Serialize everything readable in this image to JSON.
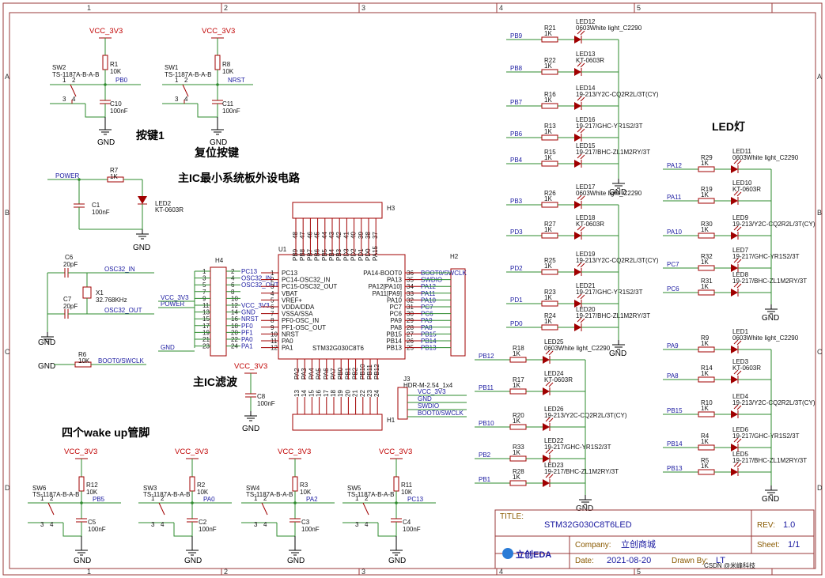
{
  "frame": {
    "col_labels": [
      "1",
      "2",
      "3",
      "4",
      "5"
    ],
    "row_labels": [
      "A",
      "B",
      "C",
      "D"
    ]
  },
  "sections": {
    "key1": "按键1",
    "reset": "复位按键",
    "mcu_periph": "主IC最小系统板外设电路",
    "filter": "主IC滤波",
    "wakeup": "四个wake up管脚",
    "led": "LED灯"
  },
  "power": {
    "vcc": "VCC_3V3",
    "gnd": "GND",
    "power_net": "POWER"
  },
  "switches": [
    {
      "ref": "SW2",
      "part": "TS-1187A-B-A-B",
      "res": "R1",
      "rval": "10K",
      "cap": "C10",
      "cval": "100nF",
      "net": "PB0"
    },
    {
      "ref": "SW1",
      "part": "TS-1187A-B-A-B",
      "res": "R8",
      "rval": "10K",
      "cap": "C11",
      "cval": "100nF",
      "net": "NRST"
    },
    {
      "ref": "SW6",
      "part": "TS-1187A-B-A-B",
      "res": "R12",
      "rval": "10K",
      "cap": "C5",
      "cval": "100nF",
      "net": "PB5"
    },
    {
      "ref": "SW3",
      "part": "TS-1187A-B-A-B",
      "res": "R2",
      "rval": "10K",
      "cap": "C2",
      "cval": "100nF",
      "net": "PA0"
    },
    {
      "ref": "SW4",
      "part": "TS-1187A-B-A-B",
      "res": "R3",
      "rval": "10K",
      "cap": "C3",
      "cval": "100nF",
      "net": "PA2"
    },
    {
      "ref": "SW5",
      "part": "TS-1187A-B-A-B",
      "res": "R11",
      "rval": "10K",
      "cap": "C4",
      "cval": "100nF",
      "net": "PC13"
    }
  ],
  "pin_labels": {
    "p1": "1",
    "p2": "2",
    "p3": "3",
    "p4": "4"
  },
  "power_led": {
    "res": "R7",
    "rval": "1K",
    "cap": "C1",
    "cval": "100nF",
    "led": "LED2",
    "part": "KT-0603R"
  },
  "crystal": {
    "c6": "C6",
    "c6v": "20pF",
    "c7": "C7",
    "c7v": "20pF",
    "x": "X1",
    "xv": "32.768KHz",
    "in": "OSC32_IN",
    "out": "OSC32_OUT"
  },
  "r6": {
    "ref": "R6",
    "val": "10K",
    "net": "BOOT0/SWCLK"
  },
  "mcu": {
    "ref": "U1",
    "part": "STM32G030C8T6",
    "left_pins": [
      "PC13",
      "PC14-OSC32_IN",
      "PC15-OSC32_OUT",
      "VBAT",
      "VREF+",
      "VDDA/DDA",
      "VSSA/SSA",
      "PF0-OSC_IN",
      "PF1-OSC_OUT",
      "NRST",
      "PA0",
      "PA1"
    ],
    "right_pins": [
      "PA14-BOOT0",
      "PA13",
      "PA12[PA10]",
      "PA11[PA9]",
      "PA10",
      "PC7",
      "PC6",
      "PA9",
      "PA8",
      "PB15",
      "PB14",
      "PB13"
    ],
    "top_pins": [
      "PB9",
      "PB8",
      "PB7",
      "PB6",
      "PB5",
      "PB4",
      "PB3",
      "PD3",
      "PD2",
      "PD1",
      "PD0",
      "PA15"
    ],
    "bottom_pins": [
      "PA2",
      "PA3",
      "PA4",
      "PA5",
      "PA6",
      "PA7",
      "PB0",
      "PB1",
      "PB2",
      "PB10",
      "PB11",
      "PB12"
    ],
    "left_nums": [
      "1",
      "2",
      "3",
      "4",
      "5",
      "6",
      "7",
      "8",
      "9",
      "10",
      "11",
      "12"
    ],
    "right_nums": [
      "36",
      "35",
      "34",
      "33",
      "32",
      "31",
      "30",
      "29",
      "28",
      "27",
      "26",
      "25"
    ],
    "top_nums": [
      "48",
      "47",
      "46",
      "45",
      "44",
      "43",
      "42",
      "41",
      "40",
      "39",
      "38",
      "37"
    ],
    "bottom_nums": [
      "13",
      "14",
      "15",
      "16",
      "17",
      "18",
      "19",
      "20",
      "21",
      "22",
      "23",
      "24"
    ]
  },
  "h4": {
    "ref": "H4",
    "nets": [
      "PC13",
      "OSC32_IN",
      "OSC32_OUT",
      "",
      "",
      "",
      "",
      "",
      "VCC_3V3",
      "GND",
      "NRST",
      "PF0",
      "PF1",
      "PA0",
      "PA1"
    ]
  },
  "h2": {
    "ref": "H2",
    "nets": [
      "BOOT0/SWCLK",
      "SWDIO",
      "PA12",
      "PA11",
      "PA10",
      "PC7",
      "PC6",
      "PA9",
      "PA8",
      "PB15",
      "PB14",
      "PB13"
    ]
  },
  "h3": {
    "ref": "H3"
  },
  "h1": {
    "ref": "H1"
  },
  "j3": {
    "ref": "J3",
    "part": "HDR-M-2.54_1x4",
    "nets": [
      "VCC_3V3",
      "GND",
      "SWDIO",
      "BOOT0/SWCLK"
    ]
  },
  "c8": {
    "ref": "C8",
    "val": "100nF"
  },
  "led_group1": [
    {
      "net": "PB9",
      "res": "R21",
      "led": "LED12",
      "part": "0603White light_C2290"
    },
    {
      "net": "PB8",
      "res": "R22",
      "led": "LED13",
      "part": "KT-0603R"
    },
    {
      "net": "PB7",
      "res": "R16",
      "led": "LED14",
      "part": "19-213/Y2C-CQ2R2L/3T(CY)"
    },
    {
      "net": "PB6",
      "res": "R13",
      "led": "LED16",
      "part": "19-217/GHC-YR1S2/3T"
    },
    {
      "net": "PB4",
      "res": "R15",
      "led": "LED15",
      "part": "19-217/BHC-ZL1M2RY/3T"
    }
  ],
  "led_group2": [
    {
      "net": "PB3",
      "res": "R26",
      "led": "LED17",
      "part": "0603White light_C2290"
    },
    {
      "net": "PD3",
      "res": "R27",
      "led": "LED18",
      "part": "KT-0603R"
    },
    {
      "net": "PD2",
      "res": "R25",
      "led": "LED19",
      "part": "19-213/Y2C-CQ2R2L/3T(CY)"
    },
    {
      "net": "PD1",
      "res": "R23",
      "led": "LED21",
      "part": "19-217/GHC-YR1S2/3T"
    },
    {
      "net": "PD0",
      "res": "R24",
      "led": "LED20",
      "part": "19-217/BHC-ZL1M2RY/3T"
    }
  ],
  "led_group3": [
    {
      "net": "PB12",
      "res": "R18",
      "led": "LED25",
      "part": "0603White light_C2290"
    },
    {
      "net": "PB11",
      "res": "R17",
      "led": "LED24",
      "part": "KT-0603R"
    },
    {
      "net": "PB10",
      "res": "R20",
      "led": "LED26",
      "part": "19-213/Y2C-CQ2R2L/3T(CY)"
    },
    {
      "net": "PB2",
      "res": "R33",
      "led": "LED22",
      "part": "19-217/GHC-YR1S2/3T"
    },
    {
      "net": "PB1",
      "res": "R28",
      "led": "LED23",
      "part": "19-217/BHC-ZL1M2RY/3T"
    }
  ],
  "led_group4": [
    {
      "net": "PA12",
      "res": "R29",
      "led": "LED11",
      "part": "0603White light_C2290"
    },
    {
      "net": "PA11",
      "res": "R19",
      "led": "LED10",
      "part": "KT-0603R"
    },
    {
      "net": "PA10",
      "res": "R30",
      "led": "LED9",
      "part": "19-213/Y2C-CQ2R2L/3T(CY)"
    },
    {
      "net": "PC7",
      "res": "R32",
      "led": "LED7",
      "part": "19-217/GHC-YR1S2/3T"
    },
    {
      "net": "PC6",
      "res": "R31",
      "led": "LED8",
      "part": "19-217/BHC-ZL1M2RY/3T"
    }
  ],
  "led_group5": [
    {
      "net": "PA9",
      "res": "R9",
      "led": "LED1",
      "part": "0603White light_C2290"
    },
    {
      "net": "PA8",
      "res": "R14",
      "led": "LED3",
      "part": "KT-0603R"
    },
    {
      "net": "PB15",
      "res": "R10",
      "led": "LED4",
      "part": "19-213/Y2C-CQ2R2L/3T(CY)"
    },
    {
      "net": "PB14",
      "res": "R4",
      "led": "LED6",
      "part": "19-217/GHC-YR1S2/3T"
    },
    {
      "net": "PB13",
      "res": "R5",
      "led": "LED5",
      "part": "19-217/BHC-ZL1M2RY/3T"
    }
  ],
  "led_rval": "1K",
  "title_block": {
    "title_label": "TITLE:",
    "title": "STM32G030C8T6LED",
    "rev_label": "REV:",
    "rev": "1.0",
    "company_label": "Company:",
    "company": "立创商城",
    "sheet_label": "Sheet:",
    "sheet": "1/1",
    "date_label": "Date:",
    "date": "2021-08-20",
    "drawn_label": "Drawn By:",
    "drawn": "LT",
    "logo": "立创EDA",
    "watermark": "CSDN @米峰科技"
  },
  "colors": {
    "wire": "#2e8b2e",
    "part": "#a00000",
    "net": "#1a1aa0",
    "frame": "#9a3a3a"
  }
}
